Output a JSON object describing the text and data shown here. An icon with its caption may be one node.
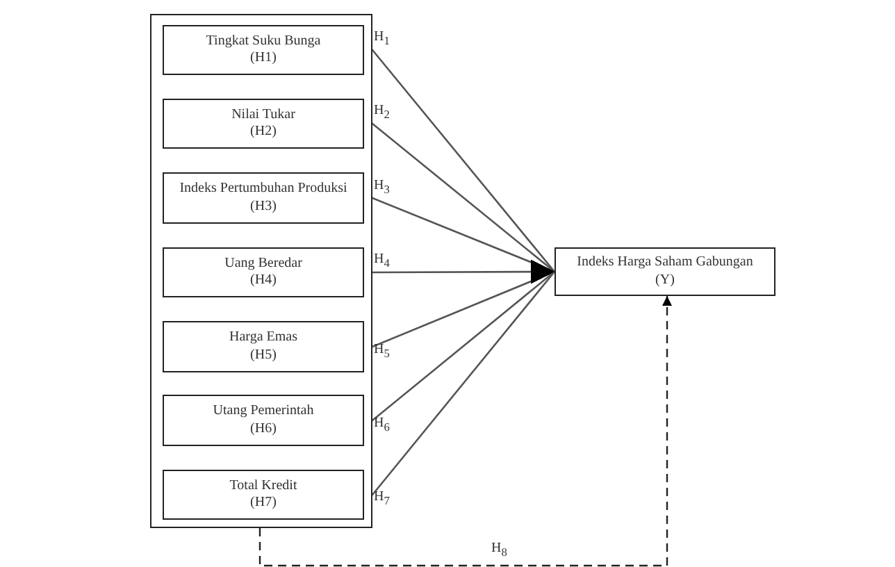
{
  "diagram": {
    "nodes": [
      {
        "text": [],
        "shape": "box"
      },
      {
        "text": [
          "Tingkat Suku Bunga",
          "(H1)"
        ],
        "in": 0
      },
      {
        "text": [
          "Nilai Tukar",
          "(H2)"
        ],
        "in": 0
      },
      {
        "text": [
          "Indeks Pertumbuhan Produksi",
          "(H3)"
        ],
        "in": 0
      },
      {
        "text": [
          "Uang Beredar",
          "(H4)"
        ],
        "in": 0
      },
      {
        "text": [
          "Harga Emas",
          "(H5)"
        ],
        "in": 0
      },
      {
        "text": [
          "Utang Pemerintah",
          "(H6)"
        ],
        "in": 0
      },
      {
        "text": [
          "Total Kredit",
          "(H7)"
        ],
        "in": 0
      },
      {
        "text": [
          "Indeks Harga Saham Gabungan",
          "(Y)"
        ]
      }
    ],
    "edges": [
      {
        "from": 1,
        "to": 8,
        "arrow": "to",
        "label": "H$_{1}$"
      },
      {
        "from": 2,
        "to": 8,
        "arrow": "to",
        "label": "H$_{2}$"
      },
      {
        "from": 3,
        "to": 8,
        "arrow": "to",
        "label": "H$_{3}$"
      },
      {
        "from": 4,
        "to": 8,
        "arrow": "to",
        "label": "H$_{4}$"
      },
      {
        "from": 5,
        "to": 8,
        "arrow": "to",
        "label": "H$_{5}$"
      },
      {
        "from": 6,
        "to": 8,
        "arrow": "to",
        "label": "H$_{6}$"
      },
      {
        "from": 7,
        "to": 8,
        "arrow": "to",
        "label": "H$_{7}$"
      },
      {
        "from": 0,
        "to": 8,
        "arrow": "to",
        "label": "H$_{8}$",
        "style": "dashed"
      }
    ]
  }
}
